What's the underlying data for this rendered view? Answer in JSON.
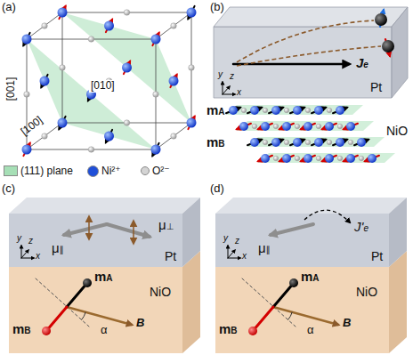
{
  "diagram": {
    "labels": [
      "(a)",
      "[001]",
      "[100]",
      "[010]",
      "(b)",
      "Je",
      "Pt",
      "y",
      "z",
      "x",
      "mA",
      "NiO",
      "mB",
      "(c)",
      "μ∥",
      "μ⊥",
      "Pt",
      "y",
      "z",
      "x",
      "mA",
      "NiO",
      "mB",
      "α",
      "B",
      "(d)",
      "μ∥",
      "J'e",
      "Pt",
      "y",
      "z",
      "x",
      "mA",
      "NiO",
      "mB",
      "α",
      "B"
    ],
    "legend": [
      {
        "text": "(111) plane",
        "color": "#a6dfb6"
      },
      {
        "text": "Ni²⁺",
        "color": "#1f4fd8"
      },
      {
        "text": "O²⁻",
        "color": "#d4d4d4"
      }
    ]
  }
}
